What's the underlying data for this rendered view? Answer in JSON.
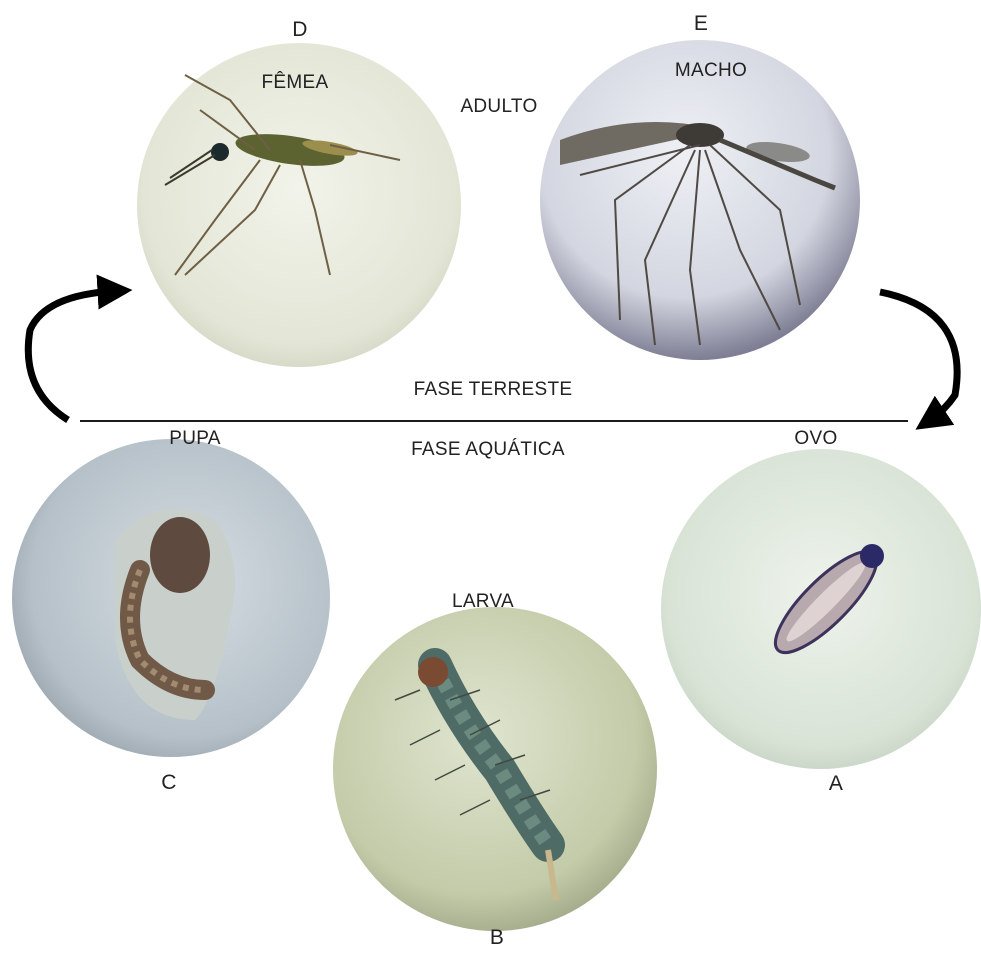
{
  "phases": {
    "terrestrial": "FASE TERRESTE",
    "aquatic": "FASE AQUÁTICA"
  },
  "adult_label": "ADULTO",
  "stages": {
    "female": {
      "letter": "D",
      "name": "FÊMEA"
    },
    "male": {
      "letter": "E",
      "name": "MACHO"
    },
    "egg": {
      "letter": "A",
      "name": "OVO"
    },
    "larva": {
      "letter": "B",
      "name": "LARVA"
    },
    "pupa": {
      "letter": "C",
      "name": "PUPA"
    }
  }
}
